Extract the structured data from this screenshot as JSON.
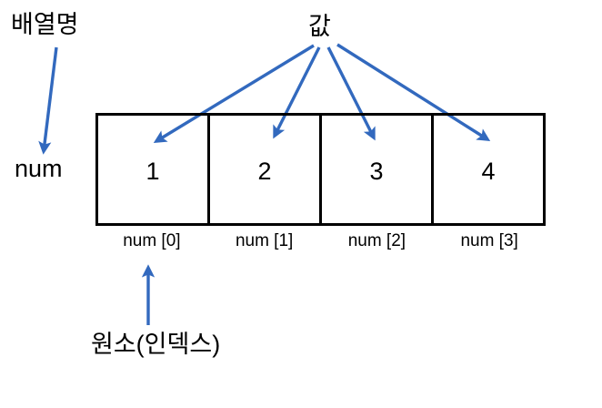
{
  "diagram": {
    "title": "Array structure diagram (Korean)",
    "annotations": {
      "array_name_label": "배열명",
      "value_label": "값",
      "element_index_label": "원소(인덱스)",
      "array_identifier": "num"
    },
    "array": {
      "name": "num",
      "length": 4,
      "cells": [
        {
          "value": "1",
          "index_label": "num [0]"
        },
        {
          "value": "2",
          "index_label": "num [1]"
        },
        {
          "value": "3",
          "index_label": "num [2]"
        },
        {
          "value": "4",
          "index_label": "num [3]"
        }
      ]
    },
    "colors": {
      "arrow_blue": "#3269BE",
      "box_black": "#000000",
      "background": "#FFFFFF",
      "text": "#000000"
    },
    "arrows": [
      {
        "name": "array-name-to-num",
        "from": "배열명",
        "to": "num"
      },
      {
        "name": "value-to-cell-0",
        "from": "값",
        "to": "1"
      },
      {
        "name": "value-to-cell-1",
        "from": "값",
        "to": "2"
      },
      {
        "name": "value-to-cell-2",
        "from": "값",
        "to": "3"
      },
      {
        "name": "value-to-cell-3",
        "from": "값",
        "to": "4"
      },
      {
        "name": "element-index-to-num0",
        "from": "원소(인덱스)",
        "to": "num [0]"
      }
    ]
  }
}
